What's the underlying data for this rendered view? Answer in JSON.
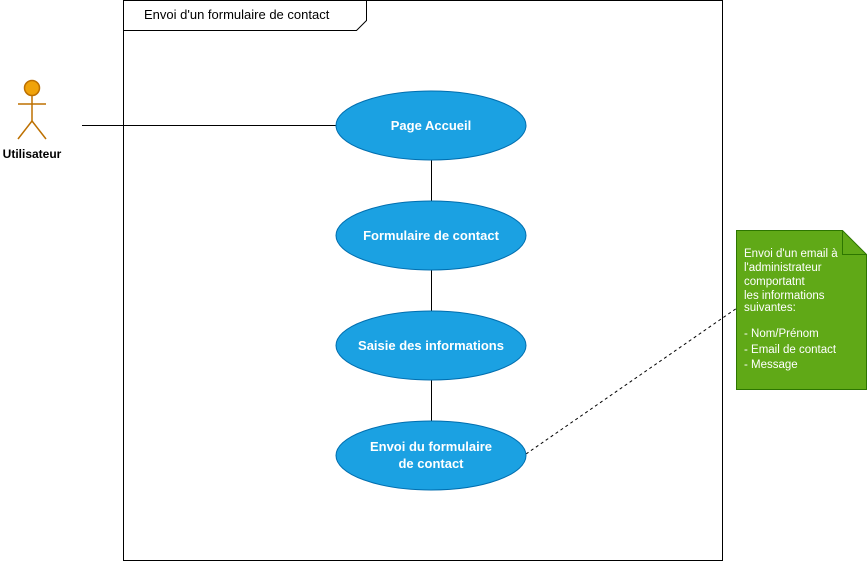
{
  "frame": {
    "title": "Envoi d'un formulaire de contact"
  },
  "actor": {
    "label": "Utilisateur"
  },
  "use_cases": [
    {
      "id": "uc1",
      "lines": [
        "Page Accueil"
      ]
    },
    {
      "id": "uc2",
      "lines": [
        "Formulaire de contact"
      ]
    },
    {
      "id": "uc3",
      "lines": [
        "Saisie des informations"
      ]
    },
    {
      "id": "uc4",
      "lines": [
        "Envoi du formulaire",
        "de contact"
      ]
    }
  ],
  "note": {
    "lines": [
      "Envoi d'un email à",
      "l'administrateur",
      "comportatnt",
      "les informations",
      "suivantes:",
      "",
      "- Nom/Prénom",
      "- Email de contact",
      "- Message"
    ]
  },
  "colors": {
    "use_case_fill": "#1ba1e2",
    "use_case_stroke": "#006eaf",
    "actor_fill": "#f0a30a",
    "actor_stroke": "#bd7000",
    "note_fill": "#60a917",
    "note_stroke": "#2d7600"
  }
}
